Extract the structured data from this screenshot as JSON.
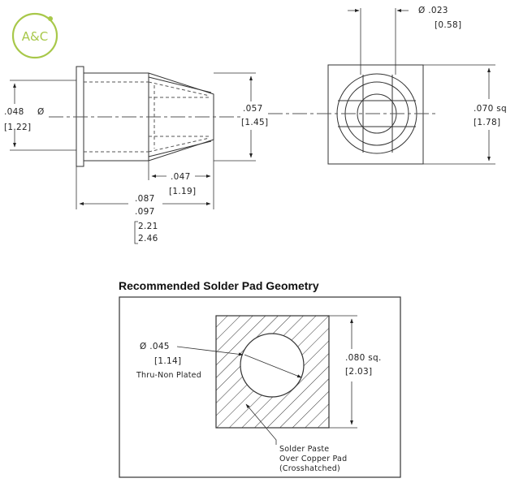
{
  "logo": {
    "text": "A&C",
    "color": "#a8c84a"
  },
  "side_view": {
    "diameter_symbol": "Ø",
    "flange_diameter_in": ".048",
    "flange_diameter_mm": "[1.22]",
    "body_height_in": ".057",
    "body_height_mm": "[1.45]",
    "taper_length_in": ".047",
    "taper_length_mm": "[1.19]",
    "overall_length_min_in": ".087",
    "overall_length_max_in": ".097",
    "overall_length_min_mm": "2.21",
    "overall_length_max_mm": "2.46"
  },
  "end_view": {
    "slot_diameter_in": "Ø .023",
    "slot_diameter_mm": "[0.58]",
    "square_in": ".070 sq",
    "square_mm": "[1.78]"
  },
  "pad_geometry": {
    "title": "Recommended Solder Pad Geometry",
    "hole_diameter_in": "Ø  .045",
    "hole_diameter_mm": "[1.14]",
    "hole_note": "Thru-Non Plated",
    "pad_square_in": ".080  sq.",
    "pad_square_mm": "[2.03]",
    "paste_note_line1": "Solder Paste",
    "paste_note_line2": "Over Copper Pad",
    "paste_note_line3": "(Crosshatched)"
  }
}
